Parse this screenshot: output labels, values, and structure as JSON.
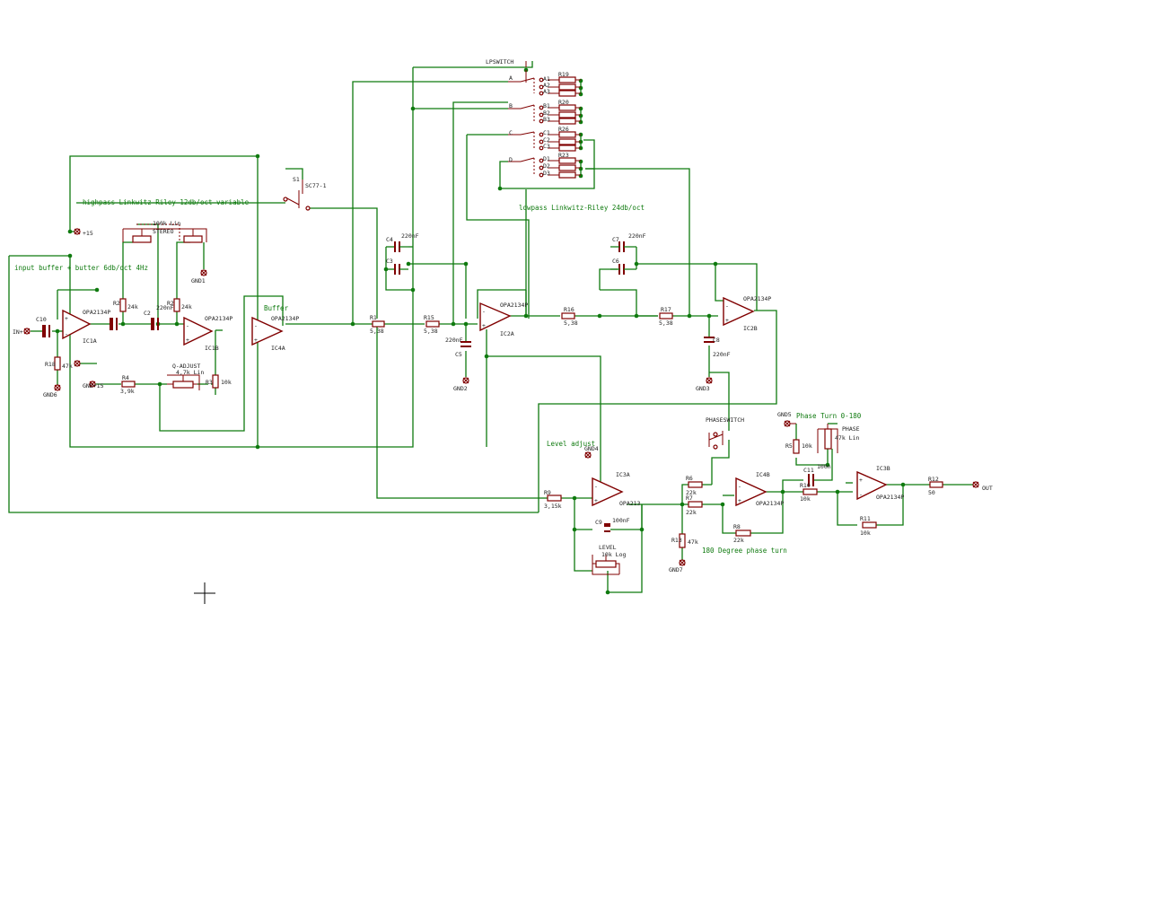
{
  "colors": {
    "wire": "#0f7a0f",
    "part": "#800000",
    "label": "#222222",
    "background": "#ffffff"
  },
  "notes": {
    "input_buffer": "input buffer + butter 6db/oct 4Hz",
    "highpass": "highpass Linkwitz-Riley 12db/oct variable",
    "lowpass": "lowpass Linkwitz-Riley 24db/oct",
    "buffer": "Buffer",
    "level": "Level adjust",
    "phase_turn": "Phase Turn 0-180",
    "degree180": "180 Degree phase turn"
  },
  "labels": {
    "in": "IN+",
    "out": "OUT",
    "ic1a": "IC1A",
    "ic1b": "IC1B",
    "ic4a": "IC4A",
    "ic2a": "IC2A",
    "ic2b": "IC2B",
    "ic3a": "IC3A",
    "ic4b": "IC4B",
    "ic3b": "IC3B",
    "opa": "OPA2134P",
    "opa_ic2a": "OPA2134P",
    "opa_ic2b": "OPA2134P",
    "opa_ic4a": "OPA2134P",
    "opa_ic1b": "OPA2134P",
    "opa_ic3a": "OPA213",
    "opa_ic4b": "OPA2134P",
    "opa_ic3b": "OPA2134P",
    "r1": "R1",
    "r1_val": "5,38",
    "r15": "R15",
    "r15_val": "5,38",
    "r16": "R16",
    "r16_val": "5,38",
    "r17": "R17",
    "r17_val": "5,38",
    "r4": "R4",
    "r4_val": "3,9k",
    "r9": "R9",
    "r9_val": "3,15k",
    "r6": "R6",
    "r6_val": "22k",
    "r7": "R7",
    "r7_val": "22k",
    "r8": "R8",
    "r8_val": "22k",
    "r10": "R10",
    "r10_val": "10k",
    "r11": "R11",
    "r11_val": "10k",
    "r12": "R12",
    "r12_val": "50",
    "r13": "R13",
    "r13_val": "47k",
    "r5": "R5",
    "r5_val": "10k",
    "r3": "R3",
    "r3_val": "10k",
    "r18": "R18",
    "r18_val": "47k",
    "r2": "R2",
    "r2_val": "24k",
    "r2b": "R2",
    "r2b_val": "24k",
    "c2": "C2",
    "c2_val": "220nF",
    "c4": "C4",
    "c4_val": "220nF",
    "c3": "C3",
    "c5": "C5",
    "c5_val": "220nF",
    "c7": "C7",
    "c7_val": "220nF",
    "c6": "C6",
    "c8": "C8",
    "c8_val": "220nF",
    "c9": "C9",
    "c9_val": "100nF",
    "c10": "C10",
    "c11": "C11",
    "c11_val": "100n",
    "s1": "S1",
    "s1_model": "SC77-1",
    "stereo_pot": "100k Lin",
    "stereo_pot_name": "STEREO",
    "q_adjust": "Q-ADJUST",
    "q_val": "4,7k Lin",
    "lpswitch": "LPSWITCH",
    "phaseswitch": "PHASESWITCH",
    "level_pot": "LEVEL",
    "level_val": "10k Log",
    "phase_pot": "PHASE",
    "phase_val": "47k Lin",
    "r19": "R19",
    "r20": "R20",
    "r26": "R26",
    "r23": "R23",
    "sw_a": "A",
    "sw_b": "B",
    "sw_c": "C",
    "sw_d": "D",
    "a1": "A1",
    "a2": "A2",
    "a3": "A3",
    "b1": "B1",
    "b2": "B2",
    "b3": "B3",
    "c1": "C1",
    "cc2": "C2",
    "c3b": "C3",
    "d1": "D1",
    "d2": "D2",
    "d3": "D3",
    "gnd1": "GND1",
    "gnd2": "GND2",
    "gnd3": "GND3",
    "gnd4": "GND4",
    "gnd5": "GND5",
    "gnd6": "GND6",
    "gnd7": "GND7",
    "gndp15": "GND+15",
    "p15": "+15"
  }
}
